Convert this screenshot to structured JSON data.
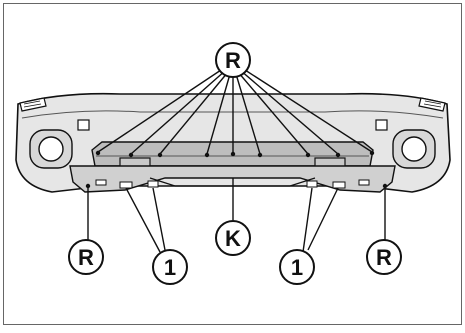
{
  "diagram": {
    "callouts": {
      "r_top": "R",
      "r_left": "R",
      "r_right": "R",
      "k_center": "K",
      "one_left": "1",
      "one_right": "1"
    },
    "colors": {
      "line": "#111111",
      "bumper_fill": "#e6e6e6",
      "grille_fill": "#bdbdbd",
      "underbody_fill": "#d0d0d0",
      "callout_fill": "#ffffff",
      "background": "#ffffff"
    }
  }
}
